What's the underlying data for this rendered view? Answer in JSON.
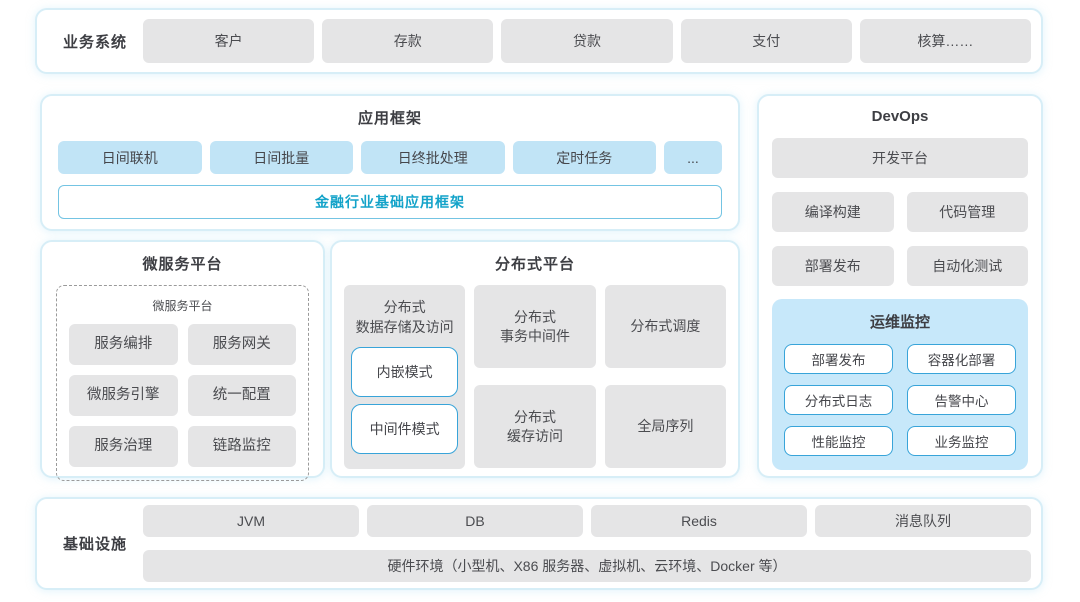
{
  "business": {
    "label": "业务系统",
    "items": [
      "客户",
      "存款",
      "贷款",
      "支付",
      "核算……"
    ]
  },
  "app_framework": {
    "title": "应用框架",
    "items": [
      "日间联机",
      "日间批量",
      "日终批处理",
      "定时任务",
      "..."
    ],
    "base": "金融行业基础应用框架"
  },
  "devops": {
    "title": "DevOps",
    "platform": "开发平台",
    "items": [
      "编译构建",
      "代码管理",
      "部署发布",
      "自动化测试"
    ],
    "ops": {
      "title": "运维监控",
      "items": [
        "部署发布",
        "容器化部署",
        "分布式日志",
        "告警中心",
        "性能监控",
        "业务监控"
      ]
    }
  },
  "microservice": {
    "title": "微服务平台",
    "inner_title": "微服务平台",
    "items": [
      "服务编排",
      "服务网关",
      "微服务引擎",
      "统一配置",
      "服务治理",
      "链路监控"
    ]
  },
  "distributed": {
    "title": "分布式平台",
    "storage": {
      "label": "分布式\n数据存储及访问",
      "modes": [
        "内嵌模式",
        "中间件模式"
      ]
    },
    "items": [
      "分布式\n事务中间件",
      "分布式调度",
      "分布式\n缓存访问",
      "全局序列"
    ]
  },
  "infrastructure": {
    "label": "基础设施",
    "items": [
      "JVM",
      "DB",
      "Redis",
      "消息队列"
    ],
    "hardware": "硬件环境（小型机、X86 服务器、虚拟机、云环境、Docker 等）"
  },
  "colors": {
    "panel_border": "#d7eef7",
    "gray_box": "#e5e5e6",
    "blue_box": "#c1e4f6",
    "ops_panel_bg": "#c7e8fa",
    "white_box_border": "#38a4d9",
    "base_text_teal": "#13a3c9",
    "text": "#4b4c50"
  }
}
